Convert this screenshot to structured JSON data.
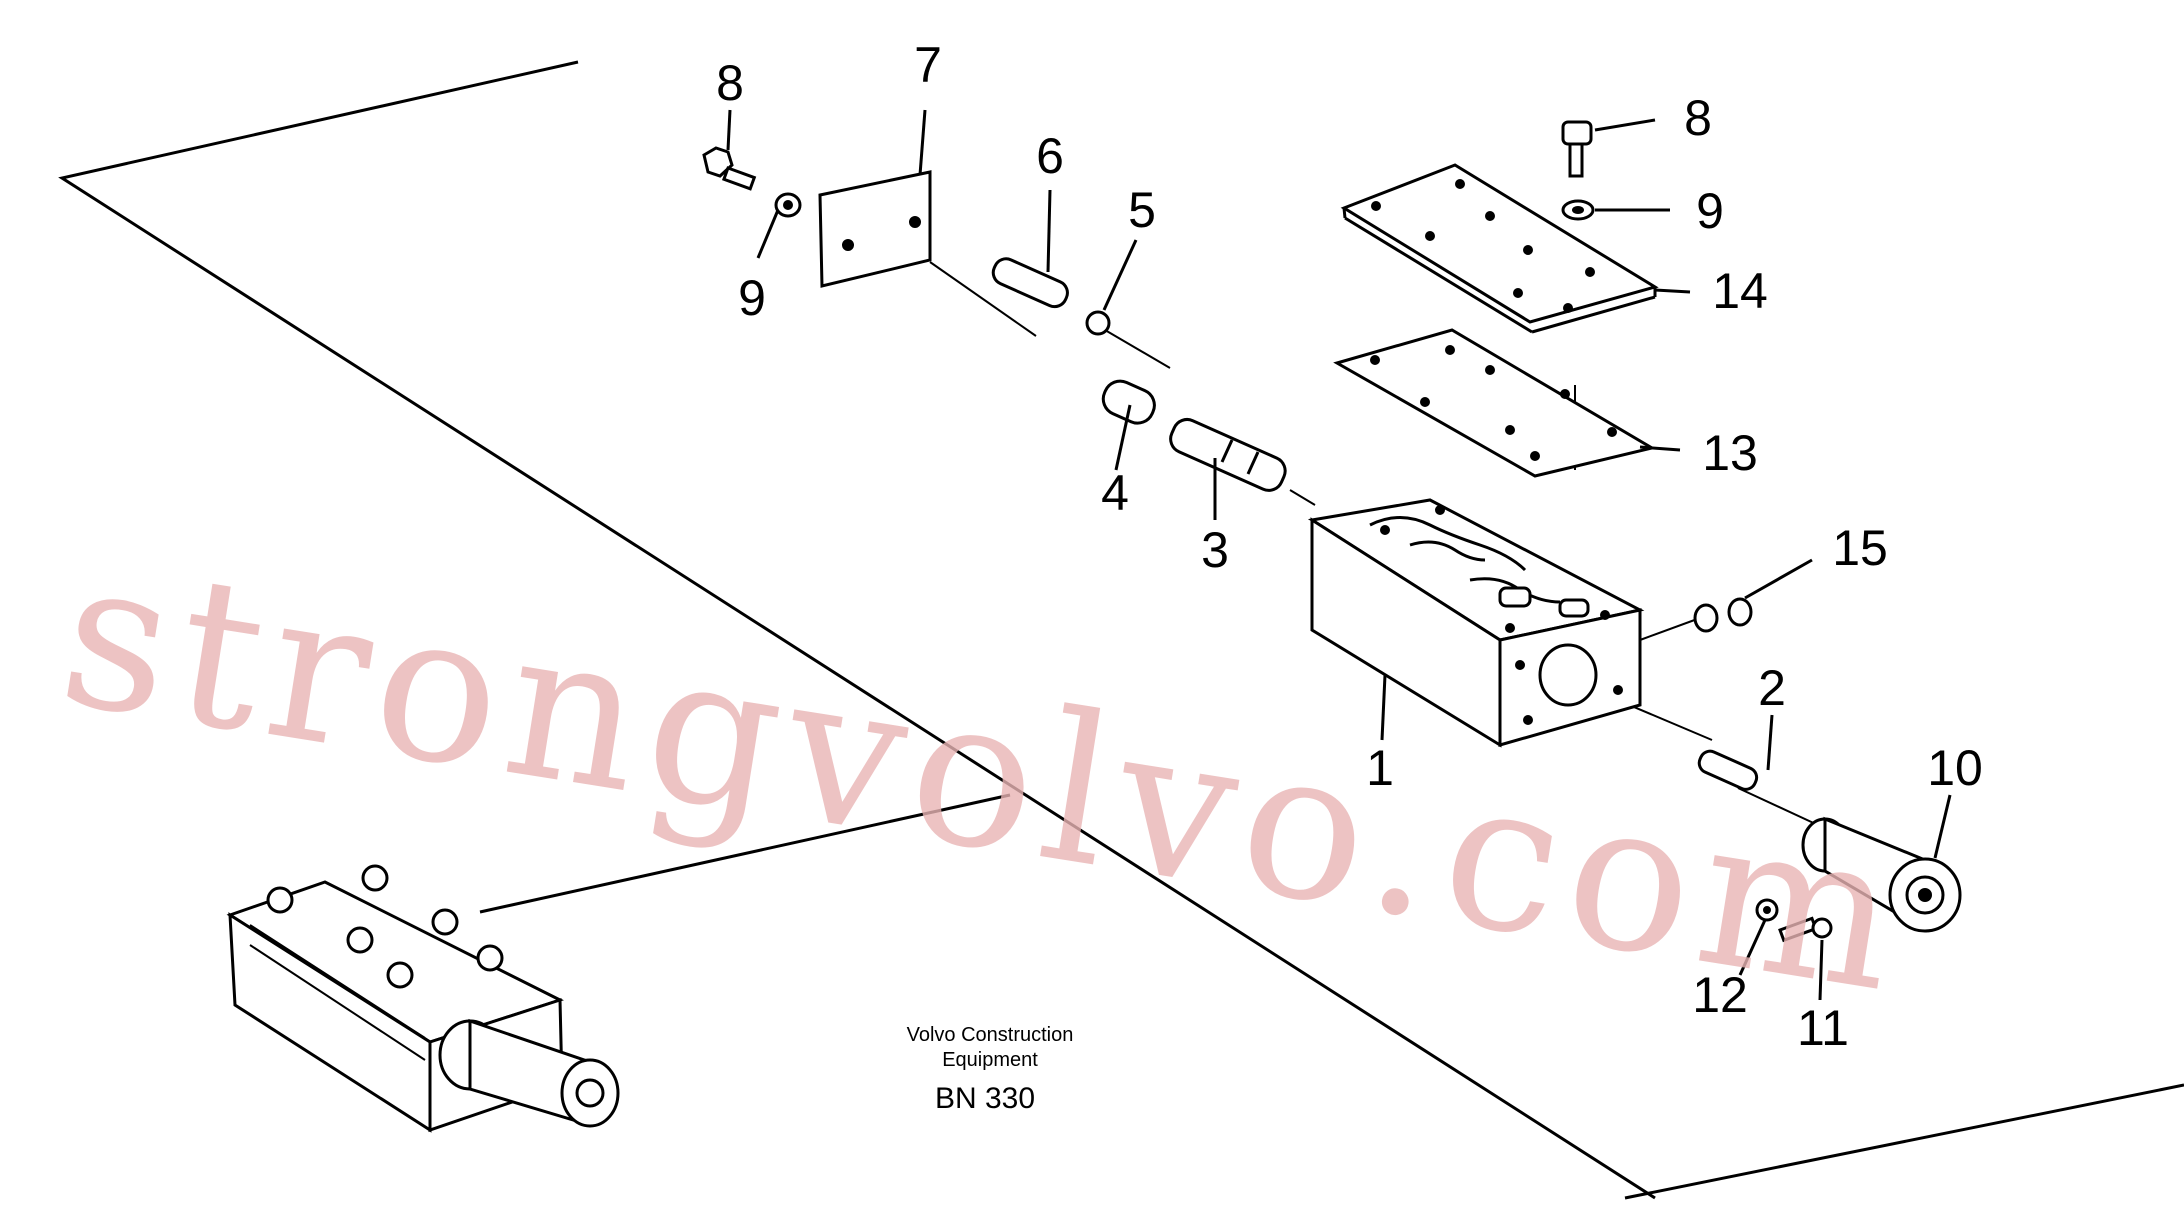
{
  "labels": {
    "p1": "1",
    "p2": "2",
    "p3": "3",
    "p4": "4",
    "p5": "5",
    "p6": "6",
    "p7": "7",
    "p8a": "8",
    "p8b": "8",
    "p9a": "9",
    "p9b": "9",
    "p10": "10",
    "p11": "11",
    "p12": "12",
    "p13": "13",
    "p14": "14",
    "p15": "15"
  },
  "caption": {
    "line1": "Volvo Construction",
    "line2": "Equipment",
    "code": "BN 330"
  },
  "watermark": "strongvolvo.com"
}
